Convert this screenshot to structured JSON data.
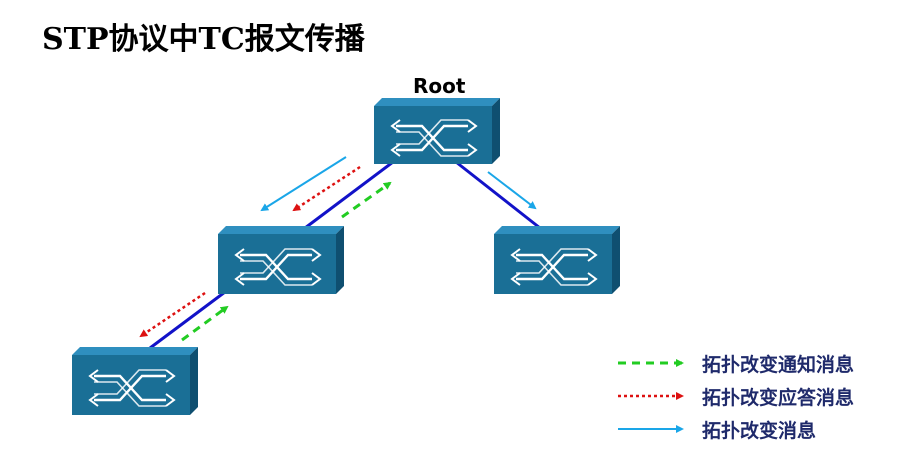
{
  "title": "STP协议中TC报文传播",
  "root_label": "Root",
  "colors": {
    "switch_front": "#1a6f96",
    "switch_top": "#2f8fbf",
    "switch_side": "#0f4f70",
    "link": "#1212c8",
    "notify": "#22cc22",
    "ack": "#dd1111",
    "change": "#1aa6e8",
    "legend_text": "#1f2a6b"
  },
  "legend": [
    {
      "label": "拓扑改变通知消息",
      "style": "dashed-green-arrow"
    },
    {
      "label": "拓扑改变应答消息",
      "style": "dotted-red-arrow"
    },
    {
      "label": "拓扑改变消息",
      "style": "solid-blue-arrow"
    }
  ],
  "nodes": [
    "switch-root",
    "switch-middle",
    "switch-right",
    "switch-bottom-left"
  ]
}
